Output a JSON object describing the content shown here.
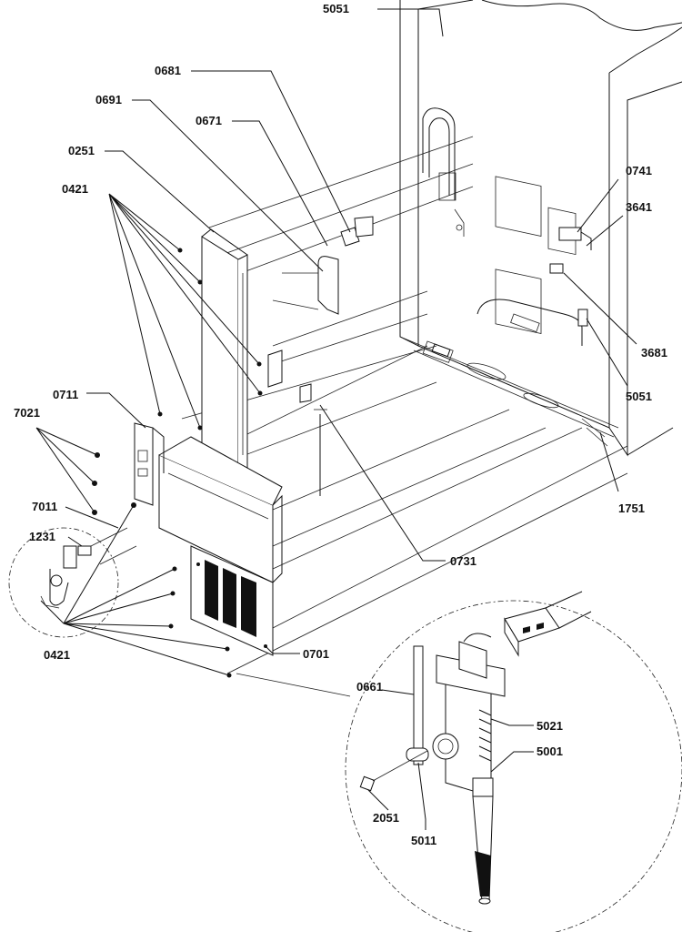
{
  "labels": {
    "l5051_top": "5051",
    "l0681": "0681",
    "l0691": "0691",
    "l0671": "0671",
    "l0251": "0251",
    "l0421_top": "0421",
    "l0741": "0741",
    "l3641": "3641",
    "l3681": "3681",
    "l5051_right": "5051",
    "l0711": "0711",
    "l7021": "7021",
    "l1751": "1751",
    "l7011": "7011",
    "l1231": "1231",
    "l0731": "0731",
    "l0421_bottom": "0421",
    "l0701": "0701",
    "l0661": "0661",
    "l5021": "5021",
    "l5001": "5001",
    "l2051": "2051",
    "l5011": "5011"
  }
}
